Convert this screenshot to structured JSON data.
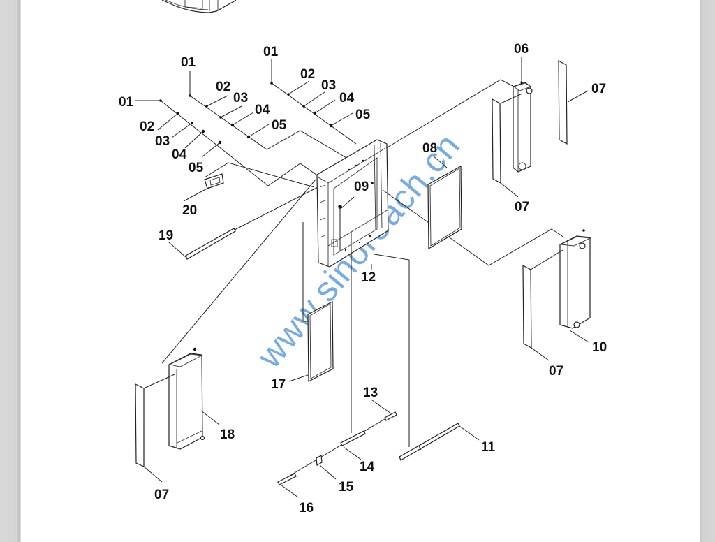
{
  "viewer": {
    "background_color": "#d6d6d6",
    "page_color": "#ffffff"
  },
  "diagram": {
    "watermark": "www.sinoreach.cn",
    "watermark_color": "#4a90d9",
    "callouts": {
      "a01": "01",
      "a02": "02",
      "a03": "03",
      "a04": "04",
      "a05": "05",
      "b01": "01",
      "b02": "02",
      "b03": "03",
      "b04": "04",
      "b05": "05",
      "c01": "01",
      "c02": "02",
      "c03": "03",
      "c04": "04",
      "c05": "05",
      "p06": "06",
      "p07a": "07",
      "p07b": "07",
      "p07c": "07",
      "p07d": "07",
      "p08": "08",
      "p09": "09",
      "p10": "10",
      "p11": "11",
      "p12": "12",
      "p13": "13",
      "p14": "14",
      "p15": "15",
      "p16": "16",
      "p17": "17",
      "p18": "18",
      "p19": "19",
      "p20": "20"
    }
  }
}
